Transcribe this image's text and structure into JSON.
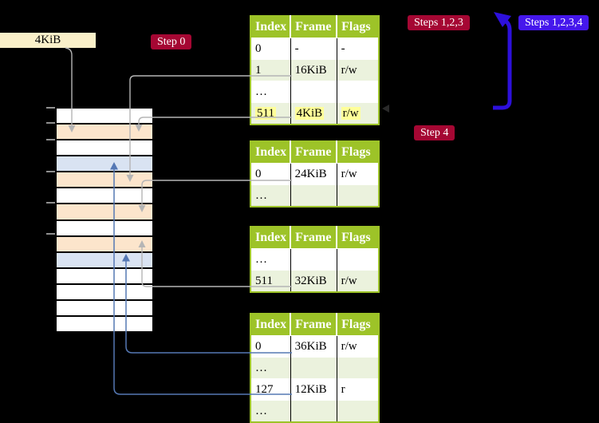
{
  "colors": {
    "background": "#000000",
    "crimson_badge": "#a50733",
    "violet_badge": "#4517ec",
    "big_arrow_blue": "#2d10dc",
    "pointer_blue": "#5578b4",
    "pointer_gray": "#b5b5b5",
    "table_header_green": "#9dc328",
    "table_row_green": "#ebf2dd",
    "peach": "#fce5cc",
    "blue": "#d9e3f2",
    "white": "#ffffff",
    "size_box_cream": "#faf0c9",
    "highlight_yellow": "#ffff99"
  },
  "labels": {
    "frame_size": "4KiB",
    "step0": "Step 0",
    "steps_123": "Steps 1,2,3",
    "steps_1234": "Steps 1,2,3,4",
    "step4": "Step 4"
  },
  "page_tables": [
    {
      "headers": [
        "Index",
        "Frame",
        "Flags"
      ],
      "rows": [
        {
          "cells": [
            "0",
            "-",
            "-"
          ],
          "highlight": false
        },
        {
          "cells": [
            "1",
            "16KiB",
            "r/w"
          ],
          "highlight": false
        },
        {
          "cells": [
            "…",
            "",
            ""
          ],
          "highlight": false
        },
        {
          "cells": [
            "511",
            "4KiB",
            "r/w"
          ],
          "highlight": true
        }
      ]
    },
    {
      "headers": [
        "Index",
        "Frame",
        "Flags"
      ],
      "rows": [
        {
          "cells": [
            "0",
            "24KiB",
            "r/w"
          ],
          "highlight": false
        },
        {
          "cells": [
            "…",
            "",
            ""
          ],
          "highlight": false
        }
      ]
    },
    {
      "headers": [
        "Index",
        "Frame",
        "Flags"
      ],
      "rows": [
        {
          "cells": [
            "…",
            "",
            ""
          ],
          "highlight": false
        },
        {
          "cells": [
            "511",
            "32KiB",
            "r/w"
          ],
          "highlight": false
        }
      ]
    },
    {
      "headers": [
        "Index",
        "Frame",
        "Flags"
      ],
      "rows": [
        {
          "cells": [
            "0",
            "36KiB",
            "r/w"
          ],
          "highlight": false
        },
        {
          "cells": [
            "…",
            "",
            ""
          ],
          "highlight": false
        },
        {
          "cells": [
            "127",
            "12KiB",
            "r"
          ],
          "highlight": false
        },
        {
          "cells": [
            "…",
            "",
            ""
          ],
          "highlight": false
        }
      ]
    }
  ],
  "memory_stack": {
    "rows": [
      "white",
      "peach",
      "white",
      "blue",
      "peach",
      "white",
      "peach",
      "white",
      "peach",
      "blue",
      "white",
      "white",
      "white",
      "white"
    ]
  }
}
